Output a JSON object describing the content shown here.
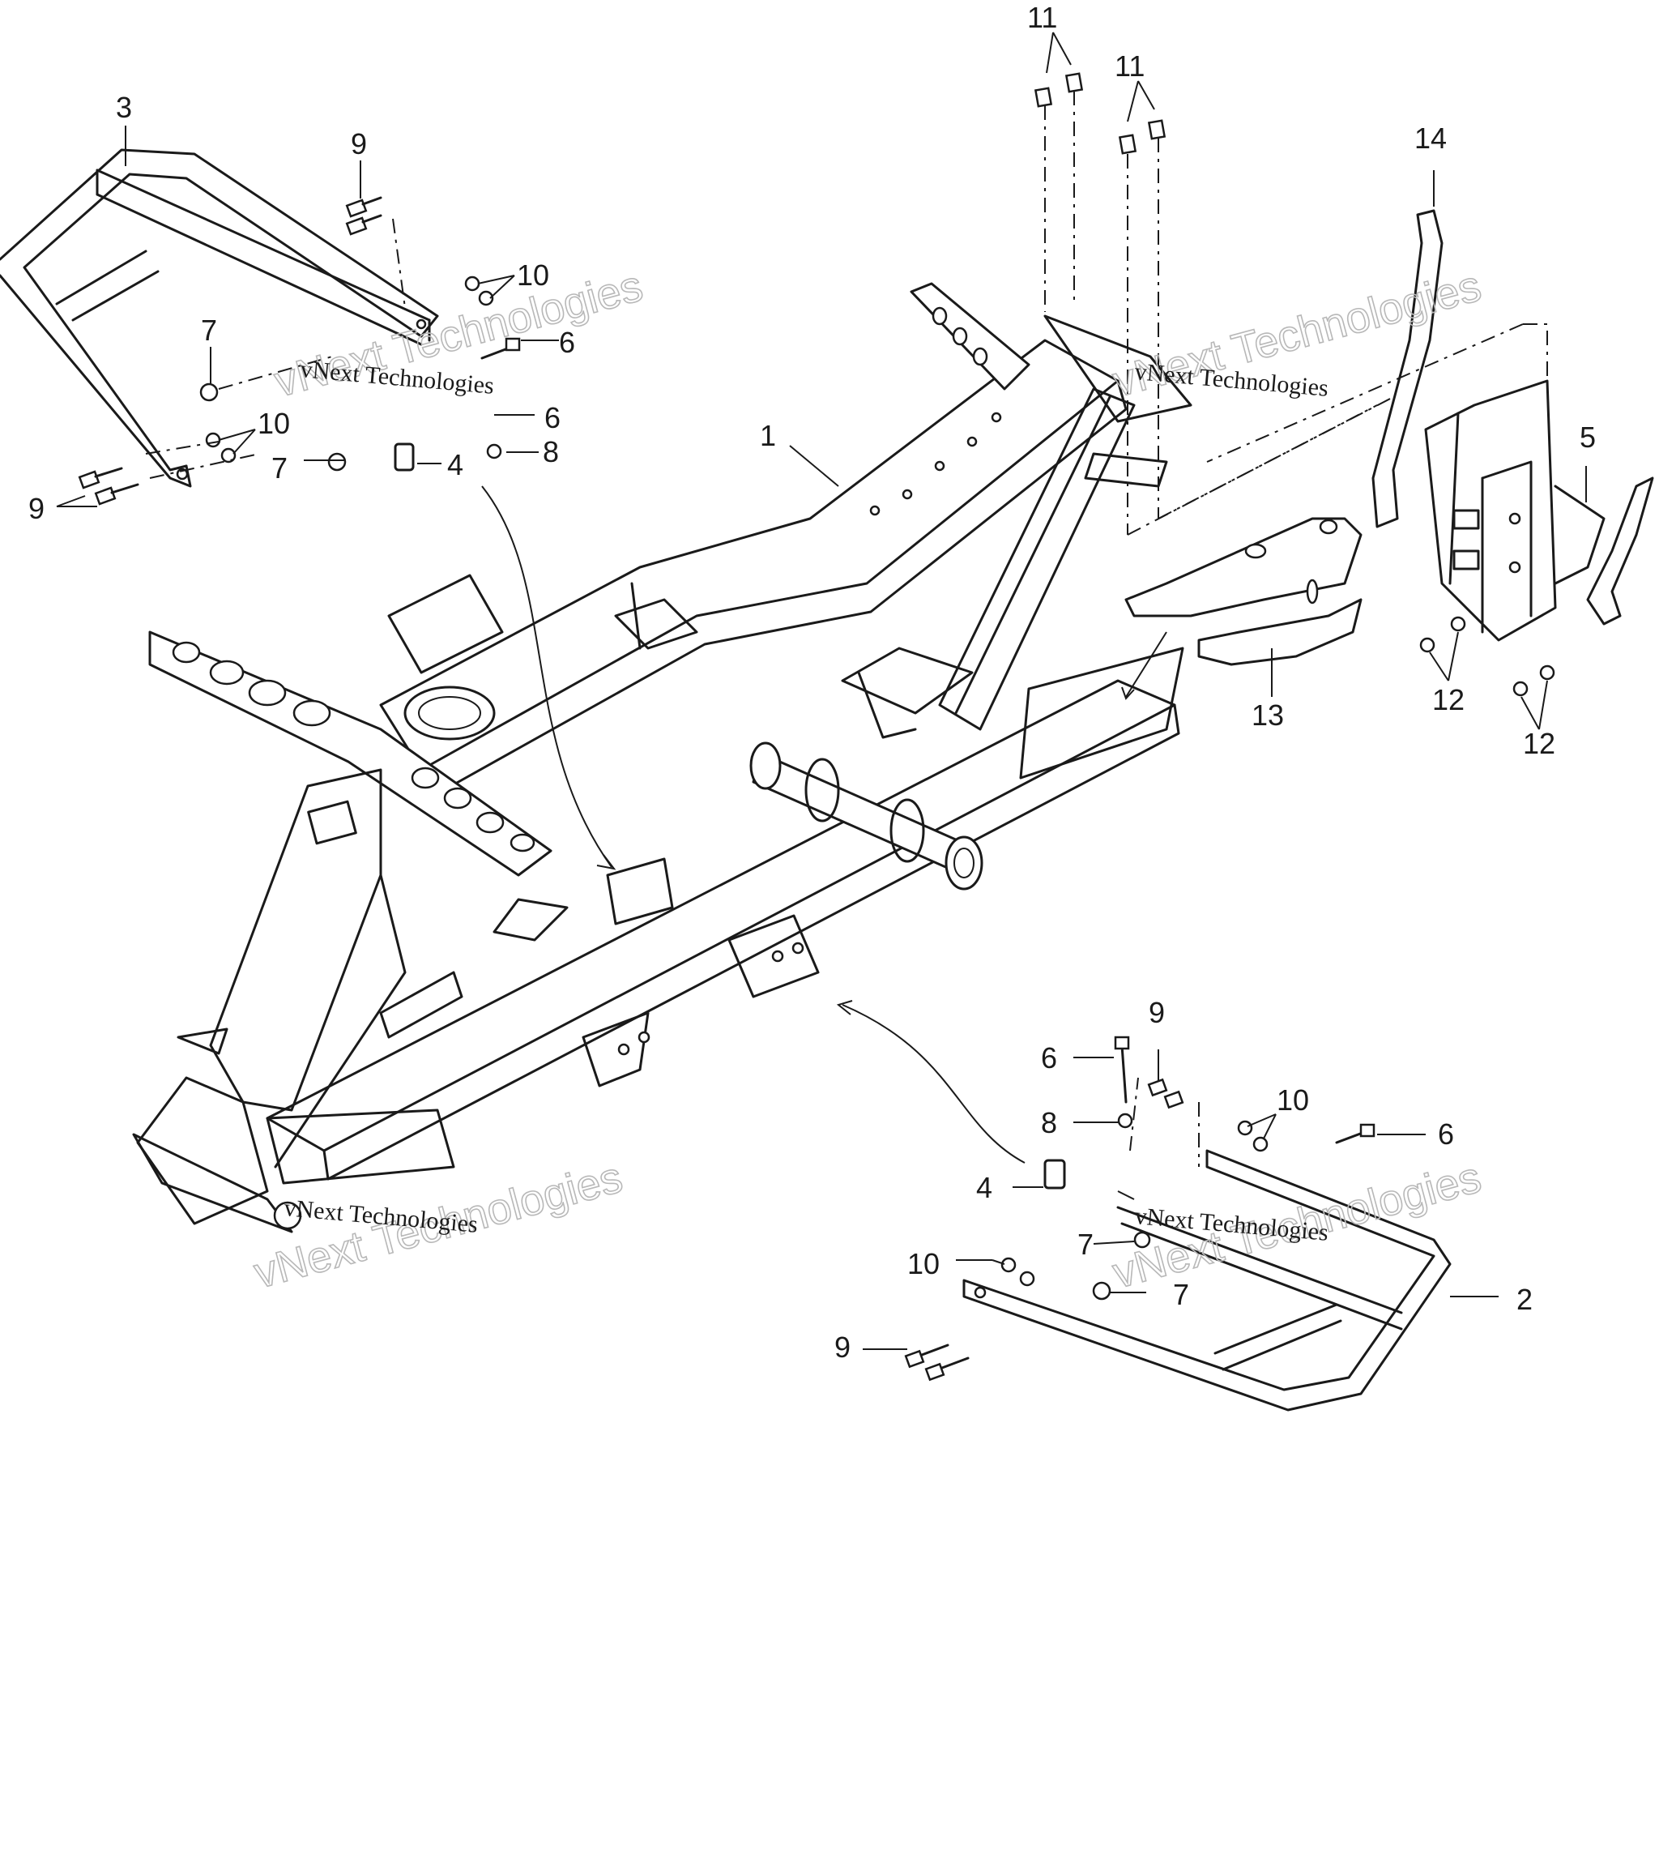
{
  "callouts": {
    "c1": "1",
    "c2": "2",
    "c3": "3",
    "c4a": "4",
    "c4b": "4",
    "c5": "5",
    "c6a": "6",
    "c6b": "6",
    "c6c": "6",
    "c6d": "6",
    "c7a": "7",
    "c7b": "7",
    "c7c": "7",
    "c7d": "7",
    "c8a": "8",
    "c8b": "8",
    "c9a": "9",
    "c9b": "9",
    "c9c": "9",
    "c9d": "9",
    "c10a": "10",
    "c10b": "10",
    "c10c": "10",
    "c10d": "10",
    "c11a": "11",
    "c11b": "11",
    "c12a": "12",
    "c12b": "12",
    "c13": "13",
    "c14": "14"
  },
  "watermarks": {
    "big": "vNext Technologies",
    "small": "vNext Technologies"
  }
}
